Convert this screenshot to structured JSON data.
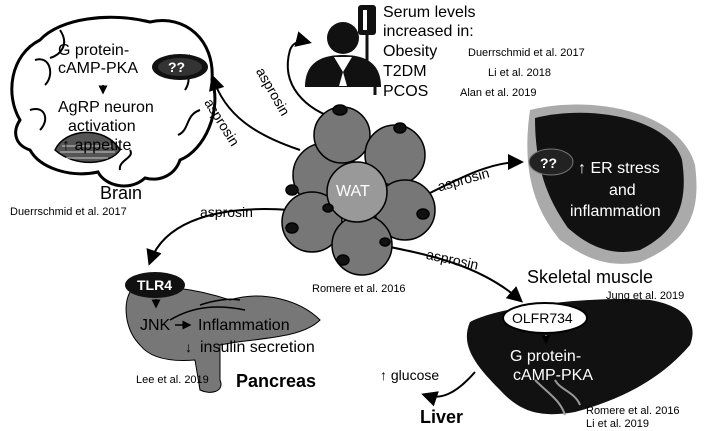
{
  "brain": {
    "line1": "G protein-",
    "line2": "cAMP-PKA",
    "receptor": "??",
    "line3": "AgRP neuron",
    "line4": "activation",
    "line5": "↑ appetite",
    "label": "Brain",
    "citation": "Duerrschmid et al. 2017"
  },
  "serum": {
    "title_line1": "Serum levels",
    "title_line2": "increased in:",
    "items": [
      {
        "name": "Obesity",
        "citation": "Duerrschmid et al. 2017"
      },
      {
        "name": "T2DM",
        "citation": "Li et al. 2018"
      },
      {
        "name": "PCOS",
        "citation": "Alan et al. 2019"
      }
    ]
  },
  "wat": {
    "label": "WAT",
    "citation": "Romere et al. 2016"
  },
  "arrows": {
    "to_brain": "asprosin",
    "to_serum": "asprosin",
    "to_muscle": "asprosin",
    "to_pancreas": "asprosin",
    "to_liver": "asprosin"
  },
  "muscle": {
    "receptor": "??",
    "line1": "↑ ER stress",
    "line2": "and",
    "line3": "inflammation",
    "label": "Skeletal muscle",
    "citation": "Jung et al. 2019"
  },
  "pancreas": {
    "receptor": "TLR4",
    "jnk": "JNK",
    "line1": "Inflammation",
    "line2": "insulin secretion",
    "label": "Pancreas",
    "citation": "Lee et al. 2019"
  },
  "liver": {
    "receptor": "OLFR734",
    "line1": "G protein-",
    "line2": "cAMP-PKA",
    "glucose": "↑ glucose",
    "label": "Liver",
    "citation1": "Romere et al. 2016",
    "citation2": "Li et al. 2019"
  }
}
